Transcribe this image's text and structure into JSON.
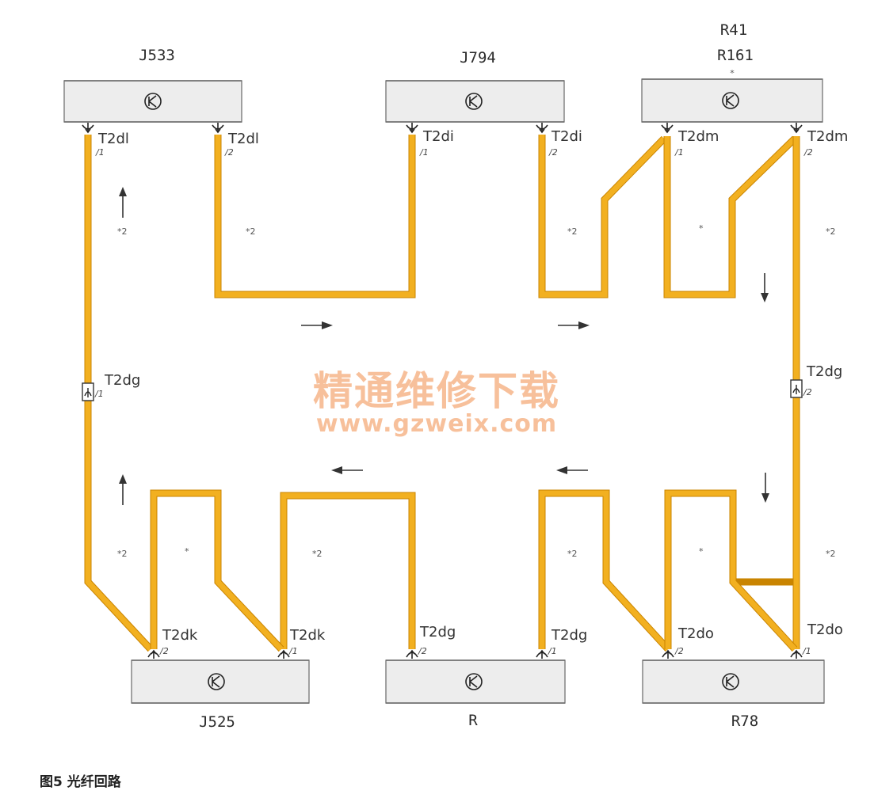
{
  "modules": [
    {
      "id": "J533",
      "labels": [
        "J533"
      ],
      "mark": ""
    },
    {
      "id": "J794",
      "labels": [
        "J794"
      ],
      "mark": ""
    },
    {
      "id": "R41",
      "labels": [
        "R41",
        "R161"
      ],
      "mark": "*"
    },
    {
      "id": "J525",
      "labels": [
        "J525"
      ],
      "mark": ""
    },
    {
      "id": "R",
      "labels": [
        "R"
      ],
      "mark": ""
    },
    {
      "id": "R78",
      "labels": [
        "R78"
      ],
      "mark": ""
    }
  ],
  "connectors": {
    "j533_a": {
      "name": "T2dl",
      "pin": "/1"
    },
    "j533_b": {
      "name": "T2dl",
      "pin": "/2"
    },
    "j794_a": {
      "name": "T2di",
      "pin": "/1"
    },
    "j794_b": {
      "name": "T2di",
      "pin": "/2"
    },
    "r41_a": {
      "name": "T2dm",
      "pin": "/1"
    },
    "r41_b": {
      "name": "T2dm",
      "pin": "/2"
    },
    "j525_a": {
      "name": "T2dk",
      "pin": "/2"
    },
    "j525_b": {
      "name": "T2dk",
      "pin": "/1"
    },
    "r_a": {
      "name": "T2dg",
      "pin": "/2"
    },
    "r_b": {
      "name": "T2dg",
      "pin": "/1"
    },
    "r78_a": {
      "name": "T2do",
      "pin": "/2"
    },
    "r78_b": {
      "name": "T2do",
      "pin": "/1"
    },
    "inline_left": {
      "name": "T2dg",
      "pin": "/1"
    },
    "inline_right": {
      "name": "T2dg",
      "pin": "/2"
    }
  },
  "notes": {
    "n1": "*2",
    "n2": "*2",
    "n3": "*2",
    "n4": "*",
    "n5": "*2",
    "n6": "*2",
    "n7": "*",
    "n8": "*2",
    "n9": "*2",
    "n10": "*",
    "n11": "*2"
  },
  "watermark": {
    "cn": "精通维修下载",
    "url": "www.gzweix.com"
  },
  "caption": "图5  光纤回路",
  "colors": {
    "fiber": "#f2b020",
    "module_fill": "#ededed",
    "watermark": "#f6b68a"
  }
}
